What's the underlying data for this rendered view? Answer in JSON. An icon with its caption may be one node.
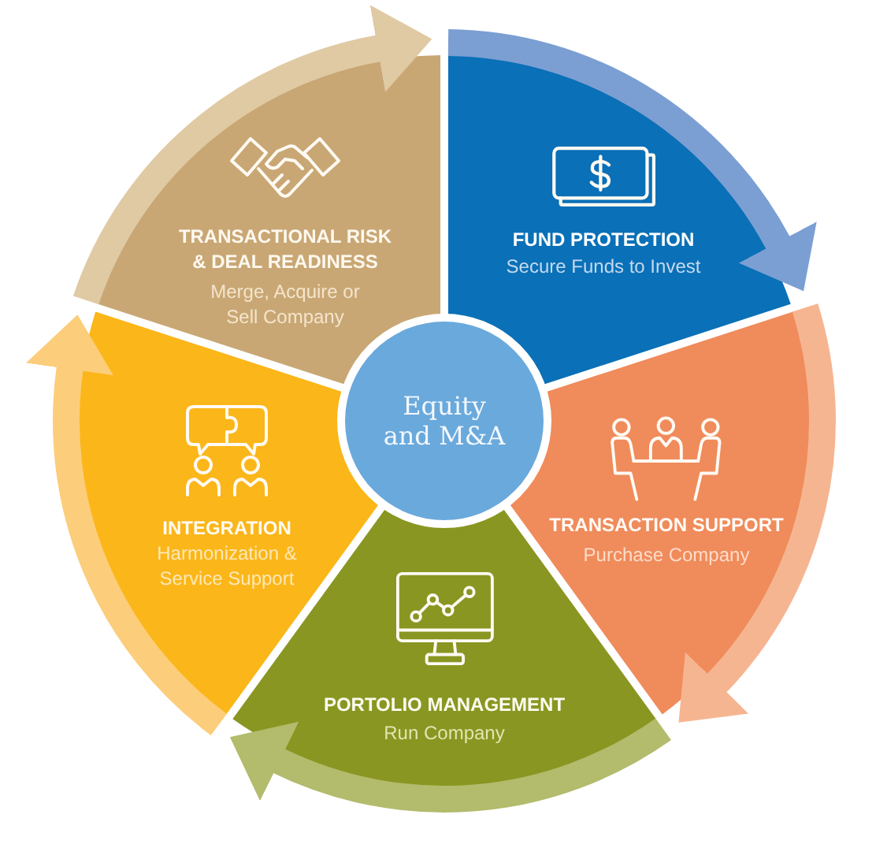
{
  "diagram": {
    "nodes": [
      {
        "text": [
          "TRANSACTIONAL RISK & DEAL READINESS",
          "Merge, Acquire or Sell Company"
        ]
      },
      {
        "text": [
          "FUND PROTECTION",
          "Secure Funds to Invest"
        ]
      },
      {
        "text": [
          "TRANSACTION SUPPORT",
          "Purchase Company"
        ]
      },
      {
        "text": [
          "PORTOLIO MANAGEMENT",
          "Run Company"
        ]
      },
      {
        "text": [
          "INTEGRATION",
          "Harmonization & Service Support"
        ]
      },
      {
        "text": [
          "Equity and M&A"
        ]
      }
    ],
    "edges": [
      {
        "from": 0,
        "to": 1,
        "arrow": "to",
        "color": "#e0caa4"
      },
      {
        "from": 1,
        "to": 2,
        "arrow": "to",
        "color": "#7b9fd3"
      },
      {
        "from": 2,
        "to": 3,
        "arrow": "to",
        "color": "#f6b591"
      },
      {
        "from": 3,
        "to": 4,
        "arrow": "to",
        "color": "#b3bb6c"
      },
      {
        "from": 4,
        "to": 0,
        "arrow": "to",
        "color": "#fccd7a"
      }
    ]
  }
}
